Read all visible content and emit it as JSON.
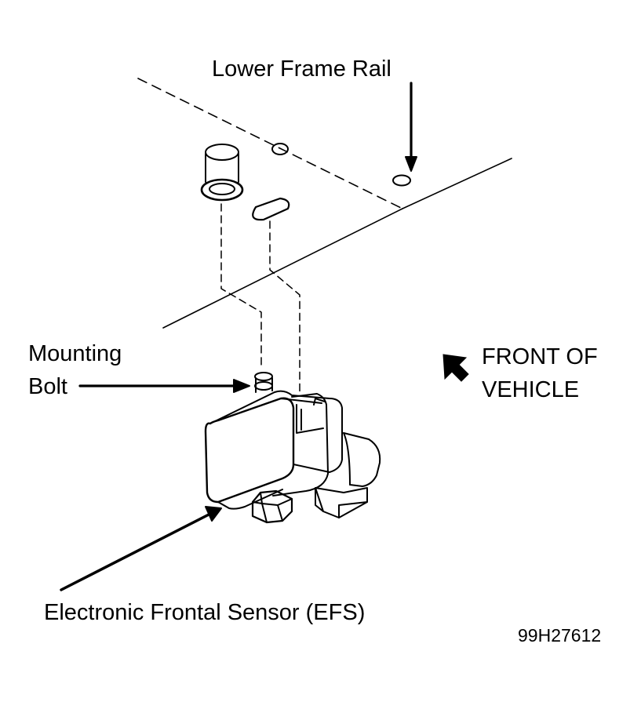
{
  "labels": {
    "lower_frame_rail": "Lower Frame Rail",
    "mounting_bolt_line1": "Mounting",
    "mounting_bolt_line2": "Bolt",
    "front_of_vehicle_line1": "FRONT OF",
    "front_of_vehicle_line2": "VEHICLE",
    "efs": "Electronic Frontal Sensor (EFS)",
    "figure_code": "99H27612"
  },
  "colors": {
    "ink": "#000000",
    "paper": "#ffffff"
  }
}
